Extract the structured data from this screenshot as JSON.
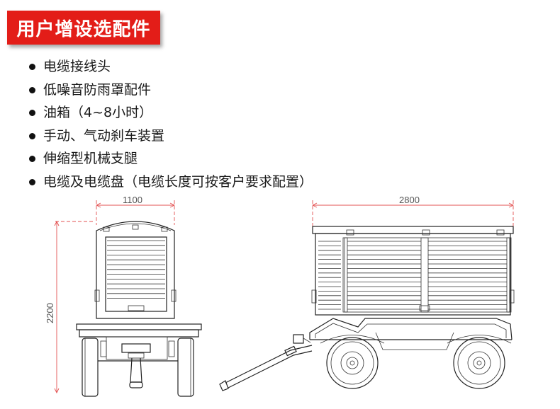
{
  "header": {
    "title": "用户增设选配件"
  },
  "options": [
    "电缆接线头",
    "低噪音防雨罩配件",
    "油箱（4~8小时）",
    "手动、气动刹车装置",
    "伸缩型机械支腿",
    "电缆及电缆盘（电缆长度可按客户要求配置）"
  ],
  "drawing": {
    "front_width": "1100",
    "side_length": "2800",
    "height": "2200"
  },
  "colors": {
    "accent": "#e31d18",
    "dimension_line": "#e35050"
  }
}
